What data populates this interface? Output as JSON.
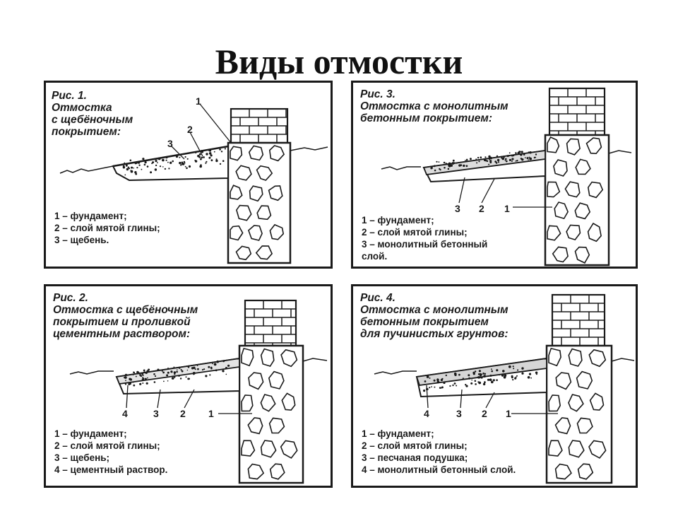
{
  "title": "Виды отмостки",
  "panels": [
    {
      "fig": "Рис. 1.",
      "caption": "Отмостка\nс щебёночным\nпокрытием:",
      "legend": [
        "1 – фундамент;",
        "2 – слой мятой глины;",
        "3 – щебень."
      ],
      "labels": [
        "1",
        "2",
        "3"
      ]
    },
    {
      "fig": "Рис. 3.",
      "caption": "Отмостка с монолитным\nбетонным покрытием:",
      "legend": [
        "1 – фундамент;",
        "2 – слой мятой глины;",
        "3 – монолитный бетонный",
        "слой."
      ],
      "labels": [
        "3",
        "2",
        "1"
      ]
    },
    {
      "fig": "Рис. 2.",
      "caption": "Отмостка с щебёночным\nпокрытием и проливкой\nцементным раствором:",
      "legend": [
        "1 – фундамент;",
        "2 – слой мятой глины;",
        "3 – щебень;",
        "4 – цементный раствор."
      ],
      "labels": [
        "4",
        "3",
        "2",
        "1"
      ]
    },
    {
      "fig": "Рис. 4.",
      "caption": "Отмостка с монолитным\nбетонным покрытием\nдля пучинистых грунтов:",
      "legend": [
        "1 – фундамент;",
        "2 – слой мятой глины;",
        "3 – песчаная подушка;",
        "4 – монолитный бетонный слой."
      ],
      "labels": [
        "4",
        "3",
        "2",
        "1"
      ]
    }
  ]
}
